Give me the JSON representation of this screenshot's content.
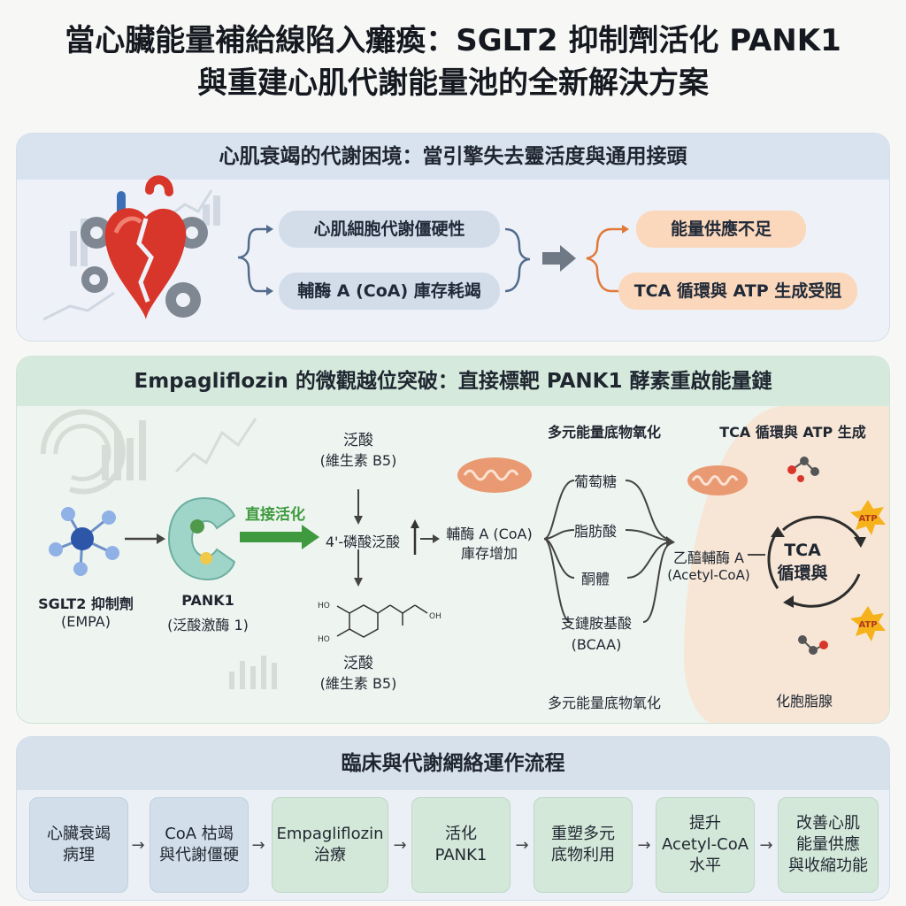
{
  "title": {
    "line1": "當心臟能量補給線陷入癱瘓：SGLT2 抑制劑活化 PANK1",
    "line2": "與重建心肌代謝能量池的全新解決方案"
  },
  "panel1": {
    "heading": "心肌衰竭的代謝困境：當引擎失去靈活度與通用接頭",
    "causes": [
      "心肌細胞代謝僵硬性",
      "輔酶 A (CoA) 庫存耗竭"
    ],
    "effects": [
      "能量供應不足",
      "TCA 循環與 ATP 生成受阻"
    ]
  },
  "panel2": {
    "heading": "Empagliflozin 的微觀越位突破：直接標靶 PANK1 酵素重啟能量鏈",
    "drug": {
      "name": "SGLT2 抑制劑",
      "abbr": "(EMPA)"
    },
    "enzyme": {
      "name": "PANK1",
      "full": "(泛酸激酶 1)"
    },
    "activation_label": "直接活化",
    "vitamin_top": {
      "name": "泛酸",
      "sub": "(維生素 B5)"
    },
    "intermediate": "4'-磷酸泛酸",
    "coa": "輔酶 A (CoA)\n庫存增加",
    "vitamin_bottom": {
      "name": "泛酸",
      "sub": "(維生素 B5)"
    },
    "molecule_labels": {
      "oh": "OH",
      "ho1": "HO",
      "ho2": "HO"
    },
    "substrate_title_top": "多元能量底物氧化",
    "substrates": [
      "葡萄糖",
      "脂肪酸",
      "酮體",
      "支鏈胺基酸\n(BCAA)"
    ],
    "substrate_title_bottom": "多元能量底物氧化",
    "acetyl": {
      "name": "乙醯輔酶 A",
      "en": "(Acetyl-CoA)"
    },
    "tca_title": "TCA 循環與 ATP 生成",
    "tca_center": "TCA\n循環與",
    "atp": "ATP",
    "tca_bottom": "化胞脂腺"
  },
  "panel3": {
    "heading": "臨床與代謝網絡運作流程",
    "steps": [
      {
        "label": "心臟衰竭\n病理",
        "tone": "b"
      },
      {
        "label": "CoA 枯竭\n與代謝僵硬",
        "tone": "b"
      },
      {
        "label": "Empagliflozin\n治療",
        "tone": "g"
      },
      {
        "label": "活化\nPANK1",
        "tone": "g"
      },
      {
        "label": "重塑多元\n底物利用",
        "tone": "g"
      },
      {
        "label": "提升\nAcetyl-CoA\n水平",
        "tone": "g"
      },
      {
        "label": "改善心肌\n能量供應\n與收縮功能",
        "tone": "g"
      }
    ]
  },
  "colors": {
    "green_arrow": "#3f9a3f",
    "orange_arrow": "#e07a3a",
    "atp_star": "#f5b21a",
    "heart_red": "#d9362b",
    "mito": "#e99a72"
  }
}
